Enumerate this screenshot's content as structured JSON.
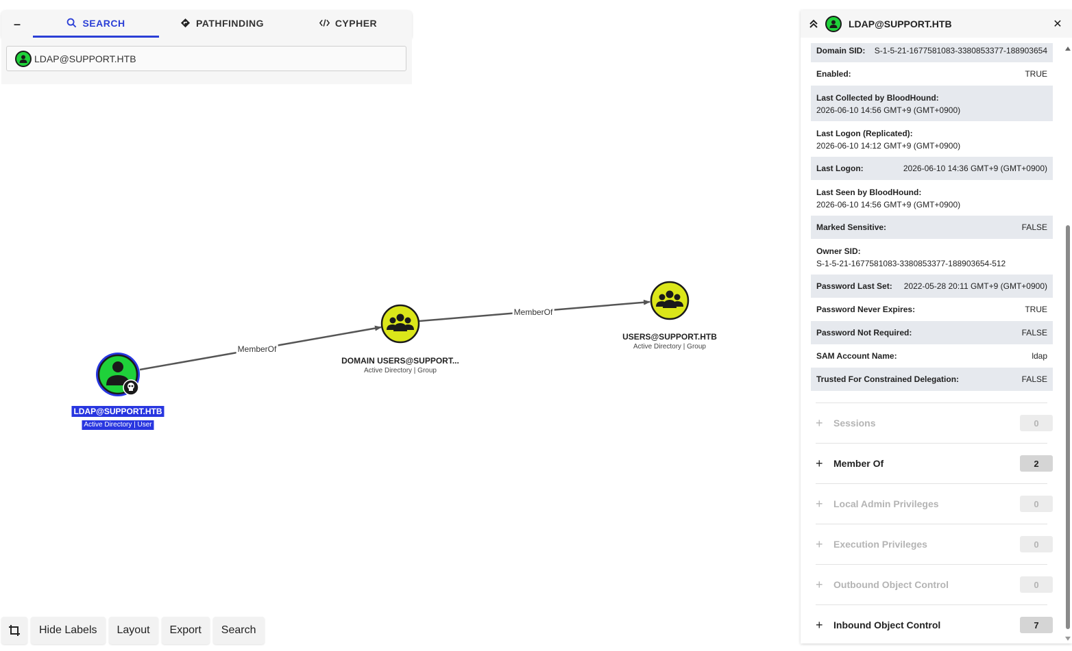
{
  "search_tabs": {
    "collapse_symbol": "–",
    "tabs": [
      {
        "label": "SEARCH",
        "icon": "search-icon",
        "active": true
      },
      {
        "label": "PATHFINDING",
        "icon": "pathfinding-icon",
        "active": false
      },
      {
        "label": "CYPHER",
        "icon": "code-icon",
        "active": false
      }
    ],
    "search_value": "LDAP@SUPPORT.HTB"
  },
  "graph": {
    "nodes": [
      {
        "name": "LDAP@SUPPORT.HTB",
        "subtitle": "Active Directory | User",
        "kind": "user",
        "selected": true,
        "owned": true,
        "color": "#1fd13a"
      },
      {
        "name": "DOMAIN USERS@SUPPORT...",
        "subtitle": "Active Directory | Group",
        "kind": "group",
        "selected": false,
        "color": "#dbe61a"
      },
      {
        "name": "USERS@SUPPORT.HTB",
        "subtitle": "Active Directory | Group",
        "kind": "group",
        "selected": false,
        "color": "#dbe61a"
      }
    ],
    "edges": [
      {
        "label": "MemberOf"
      },
      {
        "label": "MemberOf"
      }
    ]
  },
  "toolbar": {
    "crop_icon": "crop-icon",
    "hide_labels": "Hide Labels",
    "layout": "Layout",
    "export": "Export",
    "search": "Search"
  },
  "entity_panel": {
    "title": "LDAP@SUPPORT.HTB",
    "properties": [
      {
        "key": "Domain SID:",
        "value": "S-1-5-21-1677581083-3380853377-188903654",
        "two_line": false
      },
      {
        "key": "Enabled:",
        "value": "TRUE",
        "two_line": false
      },
      {
        "key": "Last Collected by BloodHound:",
        "value": "2026-06-10 14:56 GMT+9 (GMT+0900)",
        "two_line": true
      },
      {
        "key": "Last Logon (Replicated):",
        "value": "2026-06-10 14:12 GMT+9 (GMT+0900)",
        "two_line": true
      },
      {
        "key": "Last Logon:",
        "value": "2026-06-10 14:36 GMT+9 (GMT+0900)",
        "two_line": false
      },
      {
        "key": "Last Seen by BloodHound:",
        "value": "2026-06-10 14:56 GMT+9 (GMT+0900)",
        "two_line": true
      },
      {
        "key": "Marked Sensitive:",
        "value": "FALSE",
        "two_line": false
      },
      {
        "key": "Owner SID:",
        "value": "S-1-5-21-1677581083-3380853377-188903654-512",
        "two_line": true
      },
      {
        "key": "Password Last Set:",
        "value": "2022-05-28 20:11 GMT+9 (GMT+0900)",
        "two_line": false
      },
      {
        "key": "Password Never Expires:",
        "value": "TRUE",
        "two_line": false
      },
      {
        "key": "Password Not Required:",
        "value": "FALSE",
        "two_line": false
      },
      {
        "key": "SAM Account Name:",
        "value": "ldap",
        "two_line": false
      },
      {
        "key": "Trusted For Constrained Delegation:",
        "value": "FALSE",
        "two_line": false
      }
    ],
    "sections": [
      {
        "label": "Sessions",
        "count": "0",
        "muted": true
      },
      {
        "label": "Member Of",
        "count": "2",
        "muted": false
      },
      {
        "label": "Local Admin Privileges",
        "count": "0",
        "muted": true
      },
      {
        "label": "Execution Privileges",
        "count": "0",
        "muted": true
      },
      {
        "label": "Outbound Object Control",
        "count": "0",
        "muted": true
      },
      {
        "label": "Inbound Object Control",
        "count": "7",
        "muted": false
      }
    ]
  },
  "colors": {
    "accent": "#2b3fd6",
    "selection": "#2836e0",
    "user_node": "#1fd13a",
    "group_node": "#dbe61a"
  }
}
